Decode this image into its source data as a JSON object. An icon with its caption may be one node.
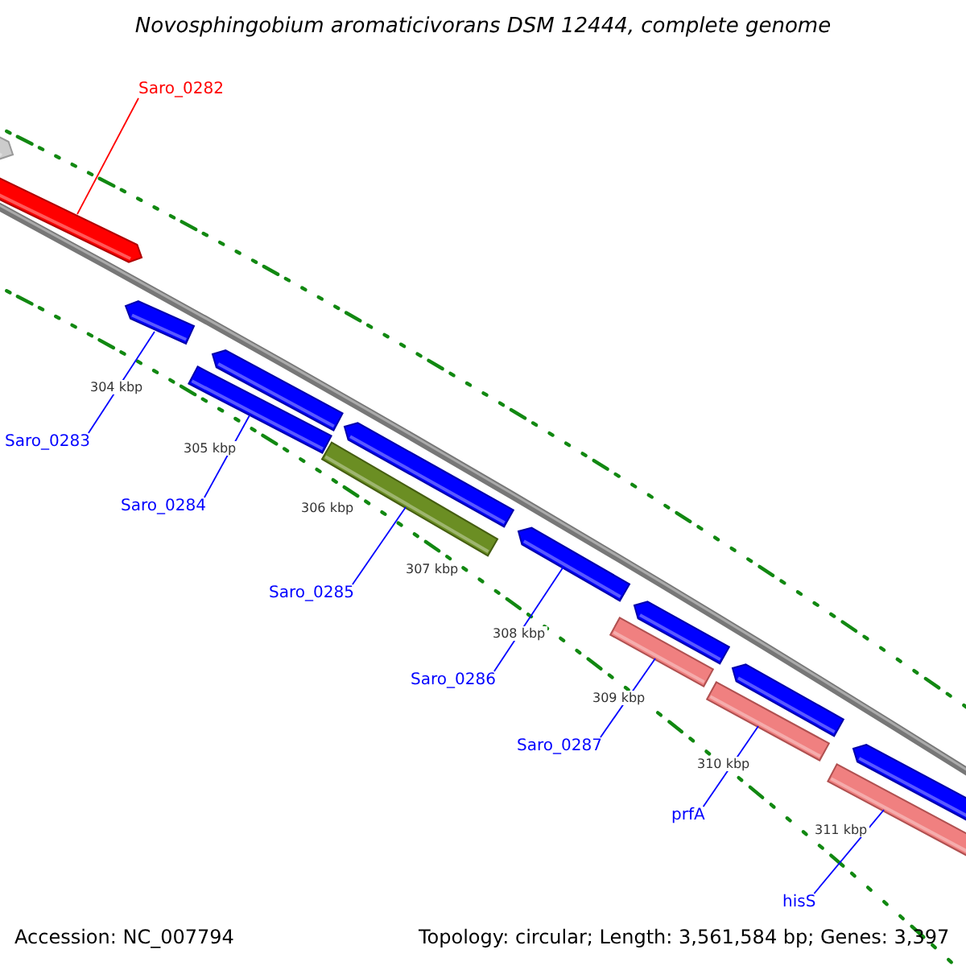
{
  "diagram": {
    "title": "Novosphingobium aromaticivorans DSM 12444, complete genome",
    "nodes": [
      {
        "text": [
          "Saro_0282"
        ]
      },
      {
        "text": [
          "Saro_0283"
        ]
      },
      {
        "text": [
          "Saro_0284"
        ]
      },
      {
        "text": [
          "Saro_0285"
        ]
      },
      {
        "text": [
          "Saro_0286"
        ]
      },
      {
        "text": [
          "Saro_0287"
        ]
      },
      {
        "text": [
          "prfA"
        ]
      },
      {
        "text": [
          "hisS"
        ]
      },
      {
        "text": [],
        "shape": "bar"
      },
      {
        "text": [],
        "shape": "bar"
      },
      {
        "text": [],
        "shape": "bar"
      },
      {
        "text": [],
        "shape": "bar"
      },
      {
        "text": [],
        "shape": "bar"
      },
      {
        "text": [],
        "shape": "bar"
      },
      {
        "text": [],
        "shape": "bar"
      },
      {
        "text": [],
        "shape": "bar"
      },
      {
        "text": [],
        "shape": "bar"
      },
      {
        "text": [],
        "shape": "bar"
      },
      {
        "text": [],
        "shape": "bar"
      },
      {
        "text": [],
        "shape": "bar"
      },
      {
        "text": [],
        "shape": "bar"
      },
      {
        "text": [],
        "shape": "bar"
      }
    ],
    "edges": [
      {
        "from": 0,
        "to": 9,
        "arrow": "none",
        "color": "#ff0000"
      },
      {
        "from": 1,
        "to": 10,
        "arrow": "none"
      },
      {
        "from": 2,
        "to": 12,
        "arrow": "none"
      },
      {
        "from": 3,
        "to": 14,
        "arrow": "none"
      },
      {
        "from": 4,
        "to": 15,
        "arrow": "none"
      },
      {
        "from": 5,
        "to": 16,
        "arrow": "none"
      },
      {
        "from": 6,
        "to": 18,
        "arrow": "none"
      },
      {
        "from": 7,
        "to": 20,
        "arrow": "none"
      }
    ],
    "labels": [
      "304 kbp",
      "305 kbp",
      "306 kbp",
      "307 kbp",
      "308 kbp",
      "309 kbp",
      "310 kbp",
      "311 kbp",
      "Accession: NC_007794",
      "Topology: circular; Length: 3,561,584 bp; Genes: 3,397"
    ]
  }
}
